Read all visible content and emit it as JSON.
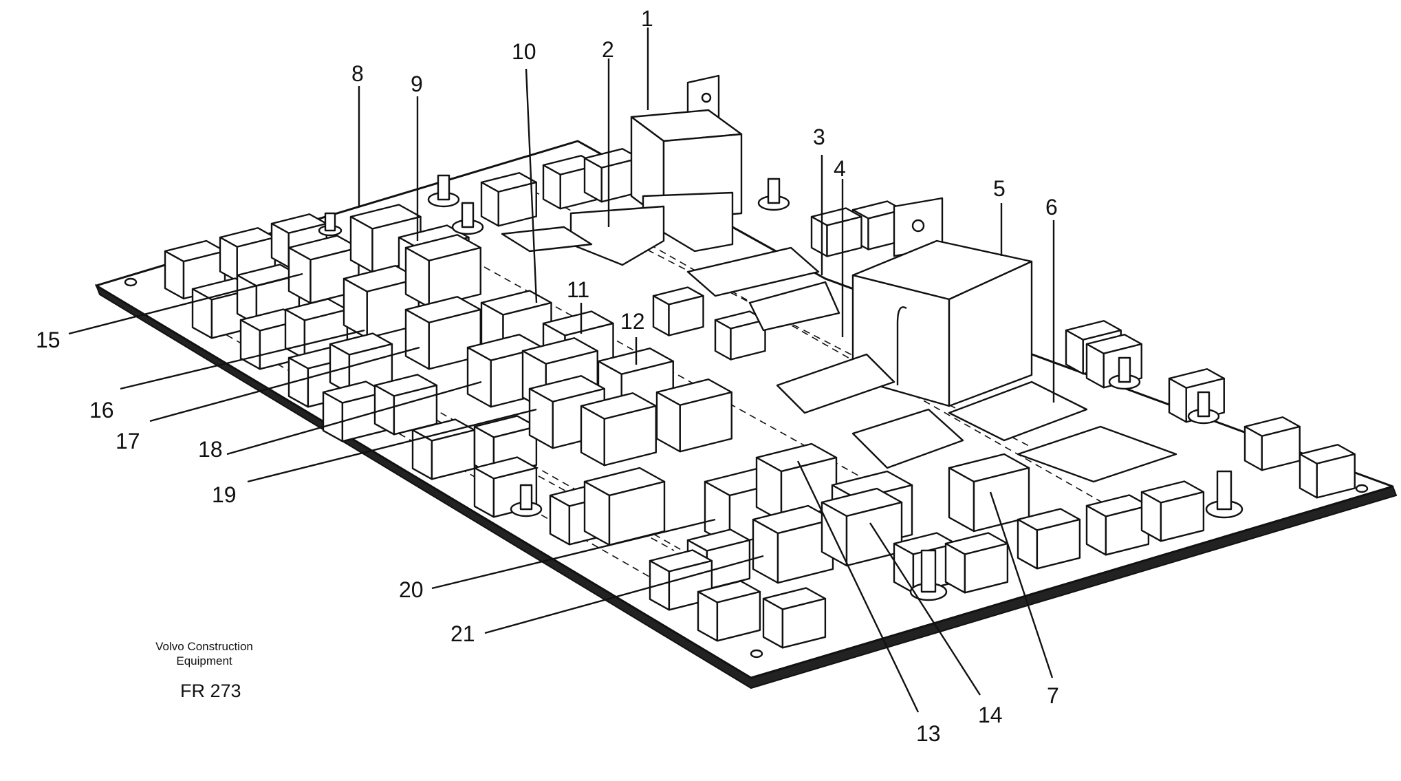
{
  "caption": {
    "line1": "Volvo Construction",
    "line2": "Equipment",
    "code": "FR 273"
  },
  "callouts": [
    "1",
    "2",
    "3",
    "4",
    "5",
    "6",
    "7",
    "8",
    "9",
    "10",
    "11",
    "12",
    "13",
    "14",
    "15",
    "16",
    "17",
    "18",
    "19",
    "20",
    "21"
  ]
}
